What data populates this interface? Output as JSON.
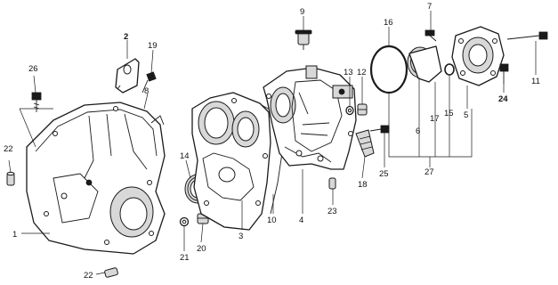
{
  "diagram": {
    "callouts": [
      {
        "id": "c1",
        "text": "1"
      },
      {
        "id": "c2",
        "text": "2"
      },
      {
        "id": "c3",
        "text": "3"
      },
      {
        "id": "c4",
        "text": "4"
      },
      {
        "id": "c5",
        "text": "5"
      },
      {
        "id": "c6",
        "text": "6"
      },
      {
        "id": "c7",
        "text": "7"
      },
      {
        "id": "c8",
        "text": "8"
      },
      {
        "id": "c9",
        "text": "9"
      },
      {
        "id": "c10",
        "text": "10"
      },
      {
        "id": "c11",
        "text": "11"
      },
      {
        "id": "c12",
        "text": "12"
      },
      {
        "id": "c13",
        "text": "13"
      },
      {
        "id": "c14",
        "text": "14"
      },
      {
        "id": "c15",
        "text": "15"
      },
      {
        "id": "c16",
        "text": "16"
      },
      {
        "id": "c17",
        "text": "17"
      },
      {
        "id": "c18",
        "text": "18"
      },
      {
        "id": "c19",
        "text": "19"
      },
      {
        "id": "c20",
        "text": "20"
      },
      {
        "id": "c21",
        "text": "21"
      },
      {
        "id": "c22a",
        "text": "22"
      },
      {
        "id": "c22b",
        "text": "22"
      },
      {
        "id": "c23",
        "text": "23"
      },
      {
        "id": "c24",
        "text": "24"
      },
      {
        "id": "c25",
        "text": "25"
      },
      {
        "id": "c26",
        "text": "26"
      },
      {
        "id": "c27",
        "text": "27"
      }
    ]
  }
}
